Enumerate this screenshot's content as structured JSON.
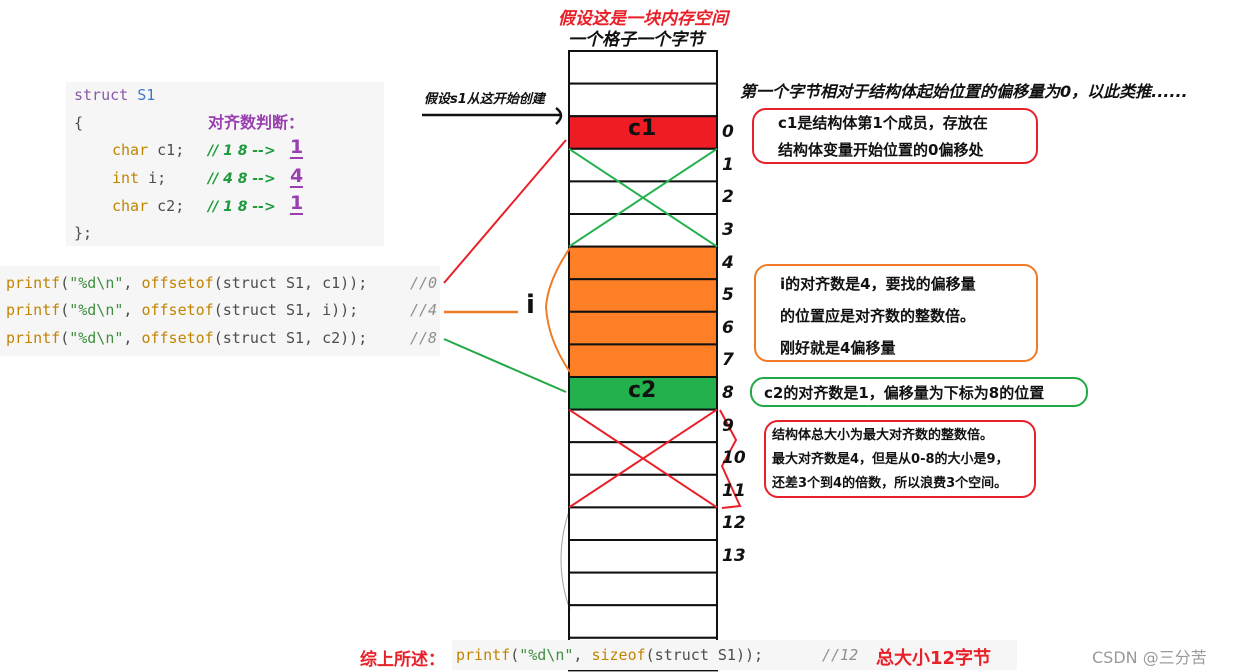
{
  "titles": {
    "memory_title": "假设这是一块内存空间",
    "cell_title": "一个格子一个字节",
    "start_note": "假设s1从这开始创建",
    "offset_note": "第一个字节相对于结构体起始位置的偏移量为0，以此类推......"
  },
  "code": {
    "line1_kw": "struct",
    "line1_name": "S1",
    "align_title": "对齐数判断：",
    "open_brace": "{",
    "close_brace": "};",
    "members": [
      {
        "type": "char",
        "name": "c1;",
        "comment": "// 1  8 -->",
        "result": "1"
      },
      {
        "type": "int",
        "name": "i;",
        "comment": "// 4  8 -->",
        "result": "4"
      },
      {
        "type": "char",
        "name": "c2;",
        "comment": "// 1  8 -->",
        "result": "1"
      }
    ]
  },
  "printf_lines": [
    {
      "fn": "printf",
      "open": "(",
      "fmt": "\"%d\\n\"",
      "sep": ", ",
      "fn2": "offsetof",
      "args": "(struct S1, c1));",
      "comment": "//0"
    },
    {
      "fn": "printf",
      "open": "(",
      "fmt": "\"%d\\n\"",
      "sep": ", ",
      "fn2": "offsetof",
      "args": "(struct S1, i));",
      "comment": "//4"
    },
    {
      "fn": "printf",
      "open": "(",
      "fmt": "\"%d\\n\"",
      "sep": ", ",
      "fn2": "offsetof",
      "args": "(struct S1, c2));",
      "comment": "//8"
    }
  ],
  "memory": {
    "cells": 19,
    "labels": {
      "c1": "c1",
      "c2": "c2",
      "i": "i"
    },
    "indices": [
      "0",
      "1",
      "2",
      "3",
      "4",
      "5",
      "6",
      "7",
      "8",
      "9",
      "10",
      "11",
      "12",
      "13"
    ],
    "colors": {
      "c1": "#ee1c24",
      "i": "#ff7f27",
      "c2": "#22b14c",
      "cross_green": "#22b14c",
      "cross_red": "#e8202a"
    }
  },
  "bubbles": {
    "c1_note": [
      "c1是结构体第1个成员，存放在",
      "结构体变量开始位置的0偏移处"
    ],
    "i_note": [
      "i的对齐数是4，要找的偏移量",
      "的位置应是对齐数的整数倍。",
      "刚好就是4偏移量"
    ],
    "c2_note": "c2的对齐数是1，偏移量为下标为8的位置",
    "size_note": [
      "结构体总大小为最大对齐数的整数倍。",
      "最大对齐数是4，但是从0-8的大小是9，",
      "还差3个到4的倍数，所以浪费3个空间。"
    ]
  },
  "summary": {
    "label": "综上所述：",
    "fn": "printf",
    "open": "(",
    "fmt": "\"%d\\n\"",
    "sep": ", ",
    "fn2": "sizeof",
    "args": "(struct S1));",
    "comment": "//12",
    "result": "总大小12字节"
  },
  "watermark": "CSDN @三分苦"
}
